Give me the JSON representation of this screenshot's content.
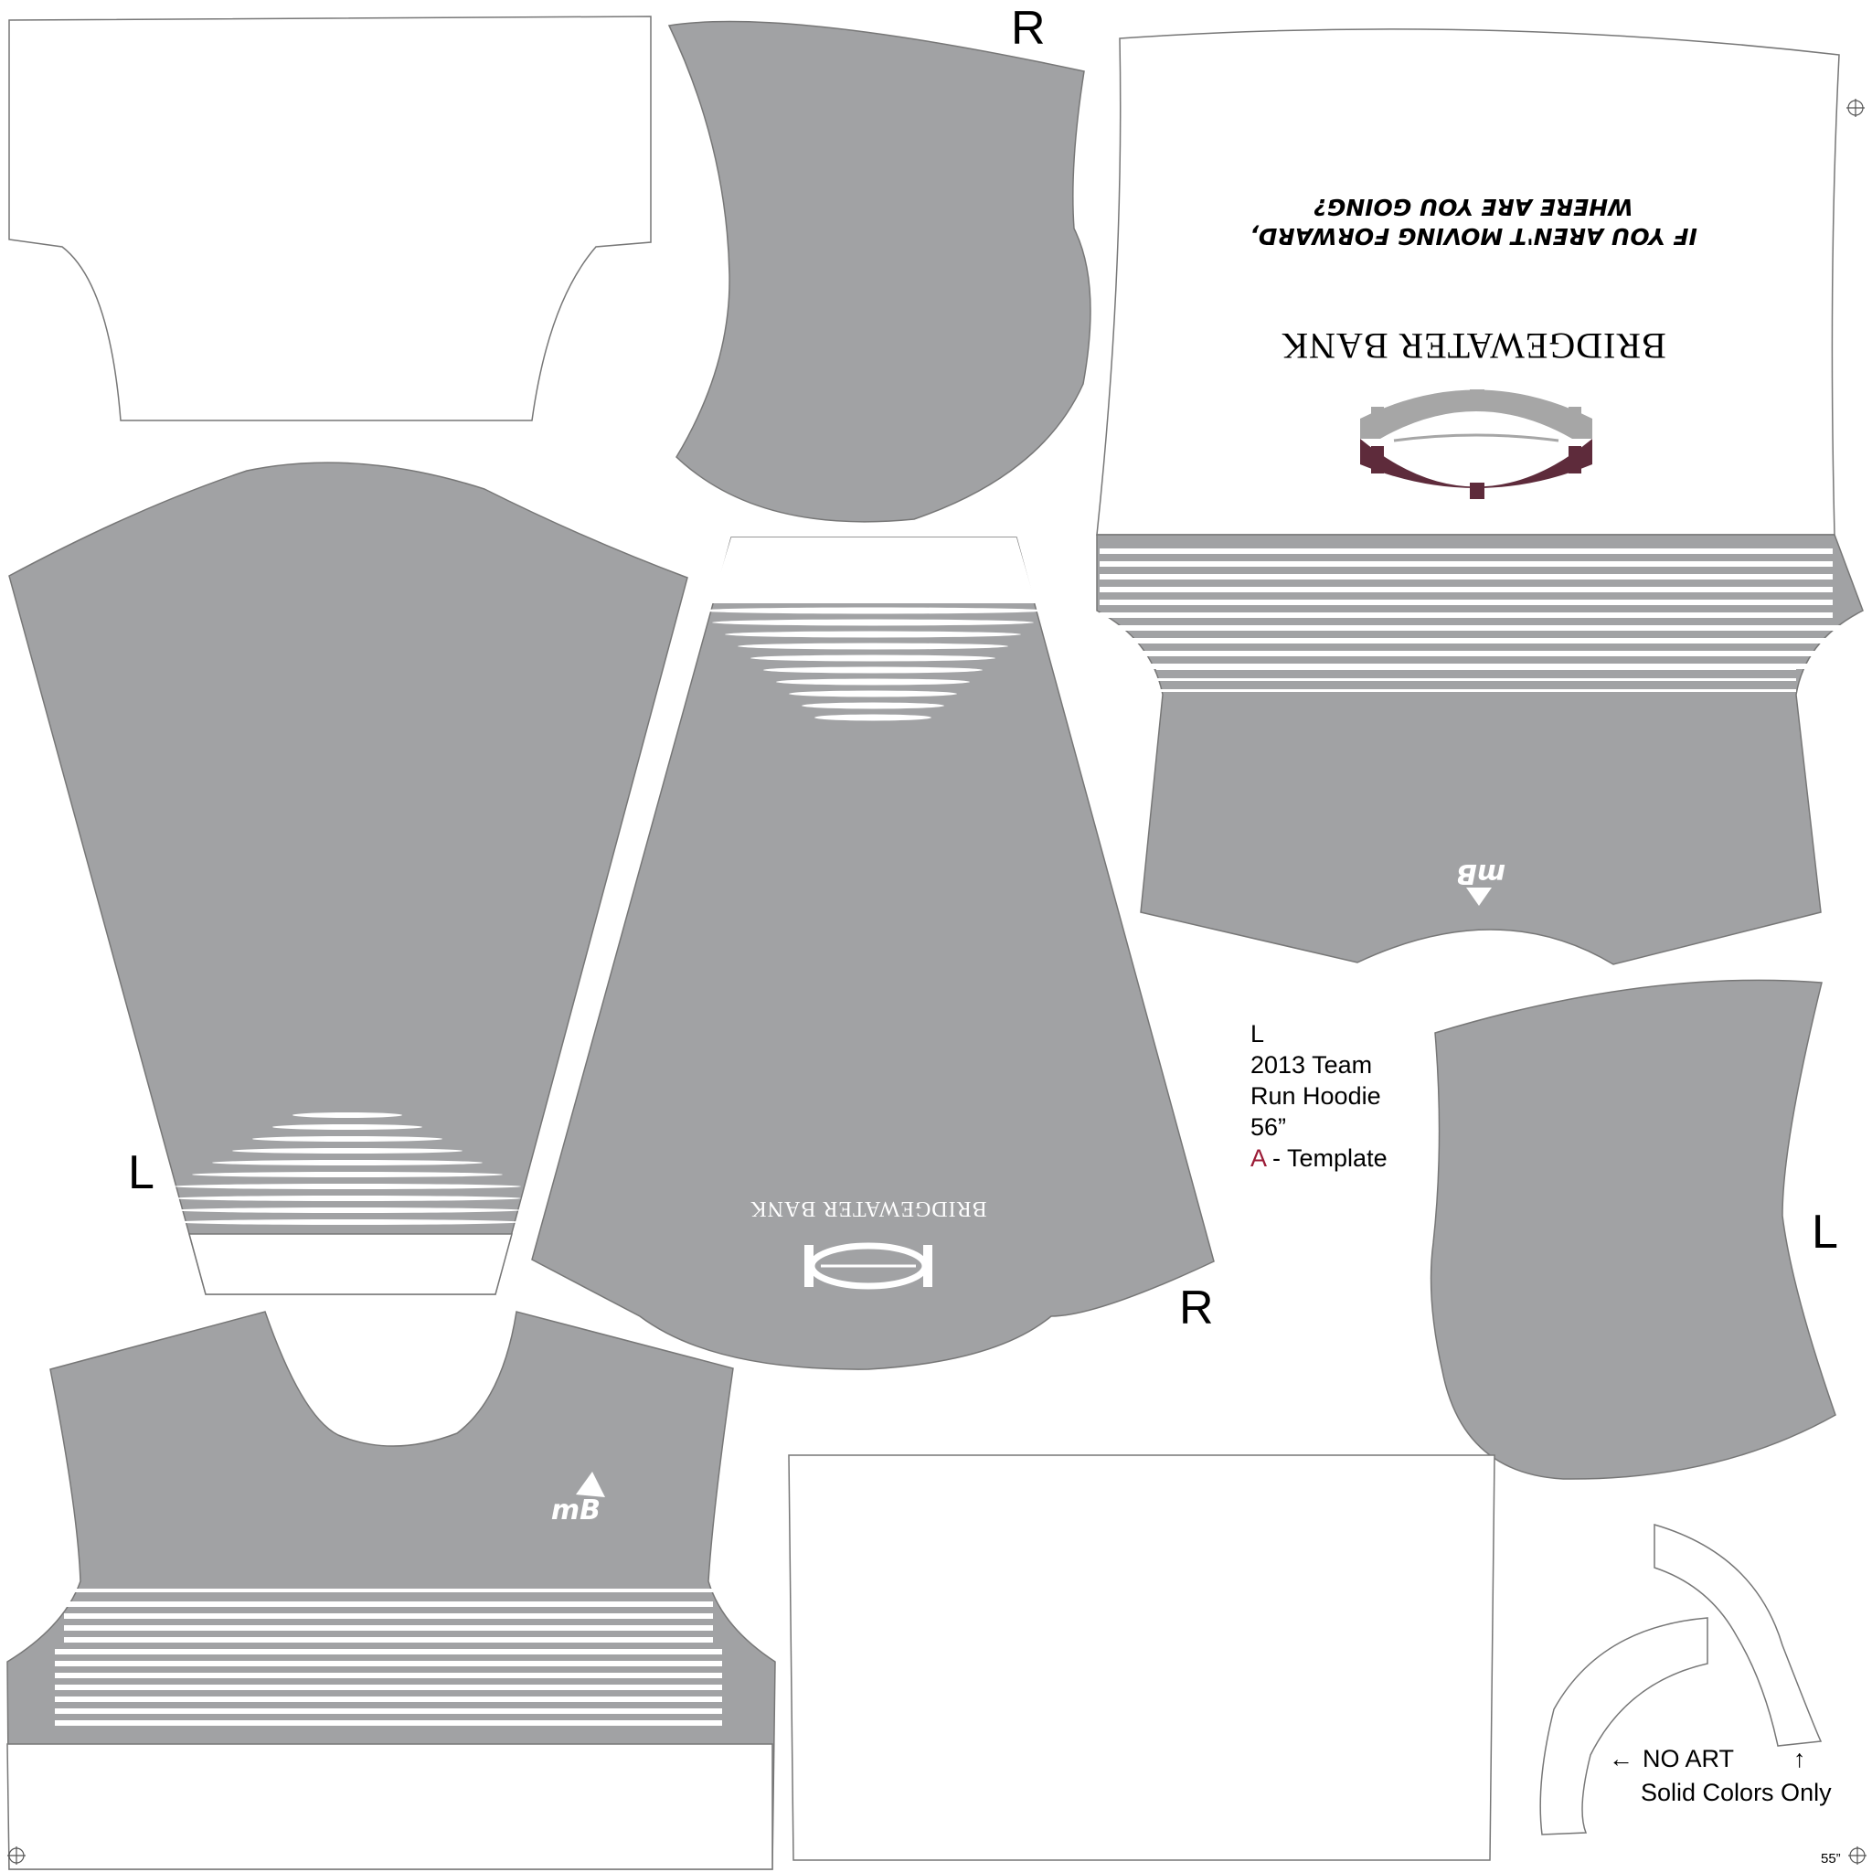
{
  "colors": {
    "panel_gray": "#a1a2a4",
    "accent": "#9b1b36",
    "logo_dark": "#5e2b3b",
    "logo_light": "#a6a6a6",
    "outline": "#777777"
  },
  "piece_letters": {
    "top_sleeve_right": "R",
    "left_sleeve": "L",
    "center_panel_right": "R",
    "right_sleeve_left": "L"
  },
  "info_block": {
    "size": "L",
    "line1": "2013 Team",
    "line2": "Run Hoodie",
    "line3": "56”",
    "variant_letter": "A",
    "variant_rest": " - Template"
  },
  "branding": {
    "bank_name": "BRIDGEWATER BANK",
    "slogan_line1": "IF YOU AREN'T MOVING FORWARD,",
    "slogan_line2": "WHERE ARE YOU GOING?",
    "mb_mark": "mB"
  },
  "notes": {
    "no_art_arrow": "←",
    "no_art": "NO ART",
    "up_arrow": "↑",
    "solid_colors": "Solid Colors Only"
  },
  "measure": {
    "width_mark": "55”"
  }
}
